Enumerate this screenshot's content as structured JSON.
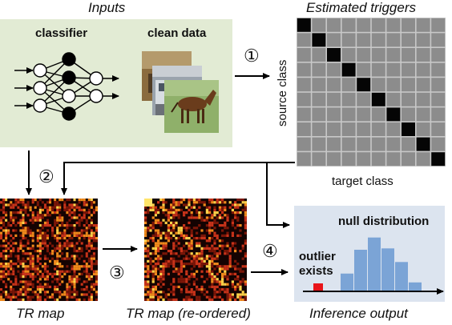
{
  "inputs": {
    "title": "Inputs",
    "classifier_label": "classifier",
    "clean_data_label": "clean data"
  },
  "estimated_triggers": {
    "title": "Estimated triggers",
    "source_axis_label": "source class",
    "target_axis_label": "target class"
  },
  "steps": {
    "step1": "①",
    "step2": "②",
    "step3": "③",
    "step4": "④"
  },
  "tr_map": {
    "title": "TR map"
  },
  "tr_map_reordered": {
    "title": "TR map (re-ordered)"
  },
  "inference": {
    "title": "Inference output",
    "null_distribution_label": "null distribution",
    "outlier_label_line1": "outlier",
    "outlier_label_line2": "exists",
    "histogram_heights": [
      0.25,
      0.6,
      0.78,
      0.62,
      0.42,
      0.12
    ],
    "outlier_height": 0.1
  },
  "colors": {
    "inputs_bg": "#e2ebd4",
    "inference_bg": "#dce4ef",
    "histogram_bar": "#7ba4d6",
    "outlier_bar": "#e8141a",
    "trigger_cell": "#8c8c8c",
    "trigger_diag": "#050505",
    "heatmap_bg": "#140302"
  }
}
